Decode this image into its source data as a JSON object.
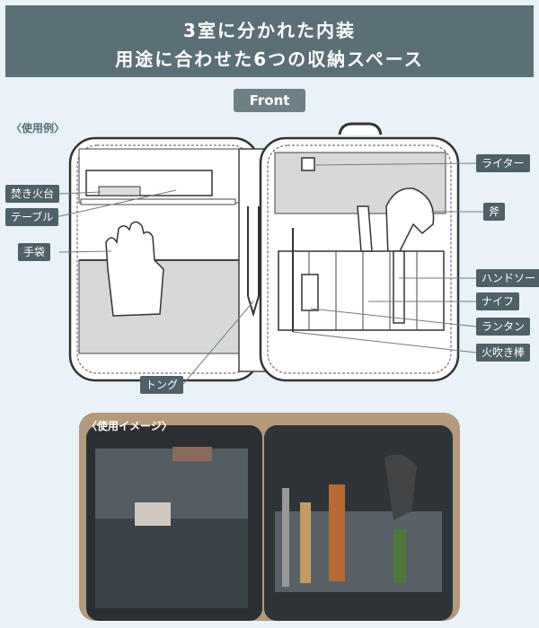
{
  "header": {
    "line1": "3室に分かれた内装",
    "line2": "用途に合わせた6つの収納スペース"
  },
  "front_badge": "Front",
  "example_label": "〈使用例〉",
  "labels": {
    "left": [
      "焚き火台",
      "テーブル",
      "手袋",
      "トング"
    ],
    "right": [
      "ライター",
      "斧",
      "ハンドソー",
      "ナイフ",
      "ランタン",
      "火吹き棒"
    ]
  },
  "photo_caption": "〈使用イメージ〉",
  "colors": {
    "header_bg": "#5b6f77",
    "label_bg": "#4e6068",
    "page_bg": "#e9f2f6"
  }
}
